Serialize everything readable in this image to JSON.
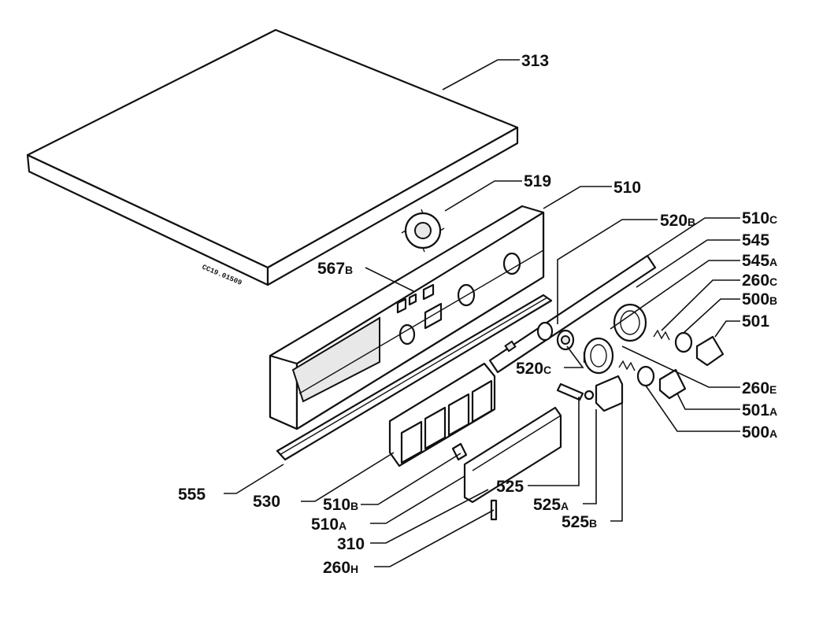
{
  "diagram": {
    "labels": [
      {
        "id": "313",
        "text": "313"
      },
      {
        "id": "519",
        "text": "519"
      },
      {
        "id": "510",
        "text": "510"
      },
      {
        "id": "520b",
        "text": "520",
        "suffix": "B"
      },
      {
        "id": "510c",
        "text": "510",
        "suffix": "C"
      },
      {
        "id": "545",
        "text": "545"
      },
      {
        "id": "545a",
        "text": "545",
        "suffix": "A"
      },
      {
        "id": "260c",
        "text": "260",
        "suffix": "C"
      },
      {
        "id": "500b",
        "text": "500",
        "suffix": "B"
      },
      {
        "id": "501",
        "text": "501"
      },
      {
        "id": "567b",
        "text": "567",
        "suffix": "B"
      },
      {
        "id": "520c",
        "text": "520",
        "suffix": "C"
      },
      {
        "id": "260e",
        "text": "260",
        "suffix": "E"
      },
      {
        "id": "501a",
        "text": "501",
        "suffix": "A"
      },
      {
        "id": "500a",
        "text": "500",
        "suffix": "A"
      },
      {
        "id": "555",
        "text": "555"
      },
      {
        "id": "530",
        "text": "530"
      },
      {
        "id": "510b",
        "text": "510",
        "suffix": "B"
      },
      {
        "id": "525",
        "text": "525"
      },
      {
        "id": "525a",
        "text": "525",
        "suffix": "A"
      },
      {
        "id": "510a",
        "text": "510",
        "suffix": "A"
      },
      {
        "id": "525b",
        "text": "525",
        "suffix": "B"
      },
      {
        "id": "310",
        "text": "310"
      },
      {
        "id": "260h",
        "text": "260",
        "suffix": "H"
      }
    ],
    "stamp_text": "CC19.01509"
  }
}
